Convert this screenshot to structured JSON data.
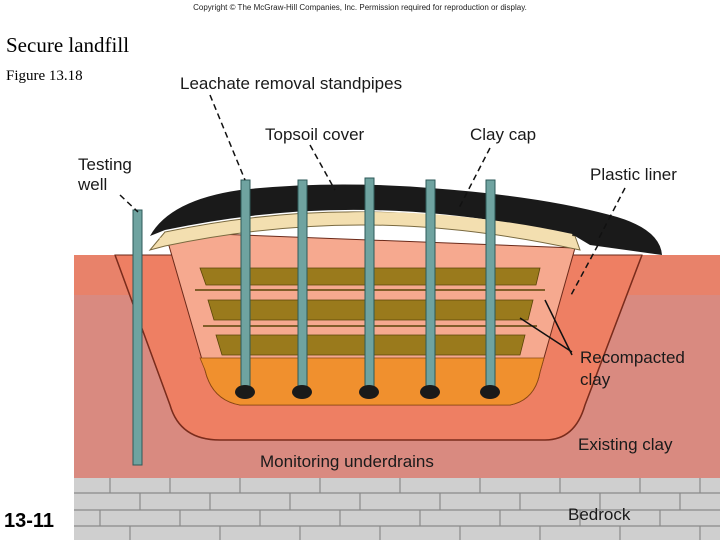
{
  "header": {
    "copyright": "Copyright © The McGraw-Hill Companies, Inc. Permission required for reproduction or display.",
    "title": "Secure landfill",
    "figure": "Figure 13.18",
    "slide_number": "13-11"
  },
  "labels": {
    "standpipes": "Leachate removal standpipes",
    "topsoil": "Topsoil cover",
    "clay_cap": "Clay cap",
    "testing_well_1": "Testing",
    "testing_well_2": "well",
    "plastic_liner": "Plastic liner",
    "recompacted_1": "Recompacted",
    "recompacted_2": "clay",
    "existing_clay": "Existing clay",
    "underdrains": "Monitoring underdrains",
    "bedrock": "Bedrock"
  },
  "colors": {
    "surface_soil": "#e8826a",
    "existing_clay": "#d98a80",
    "recompacted_clay": "#ee7f63",
    "waste_cell": "#f6a98f",
    "waste": "#9a7a1c",
    "drain_gravel": "#f0902e",
    "cap": "#1a1a1a",
    "liner": "#f3dfb0",
    "pipe": "#6fa3a0",
    "bedrock": "#cfcfcf"
  }
}
